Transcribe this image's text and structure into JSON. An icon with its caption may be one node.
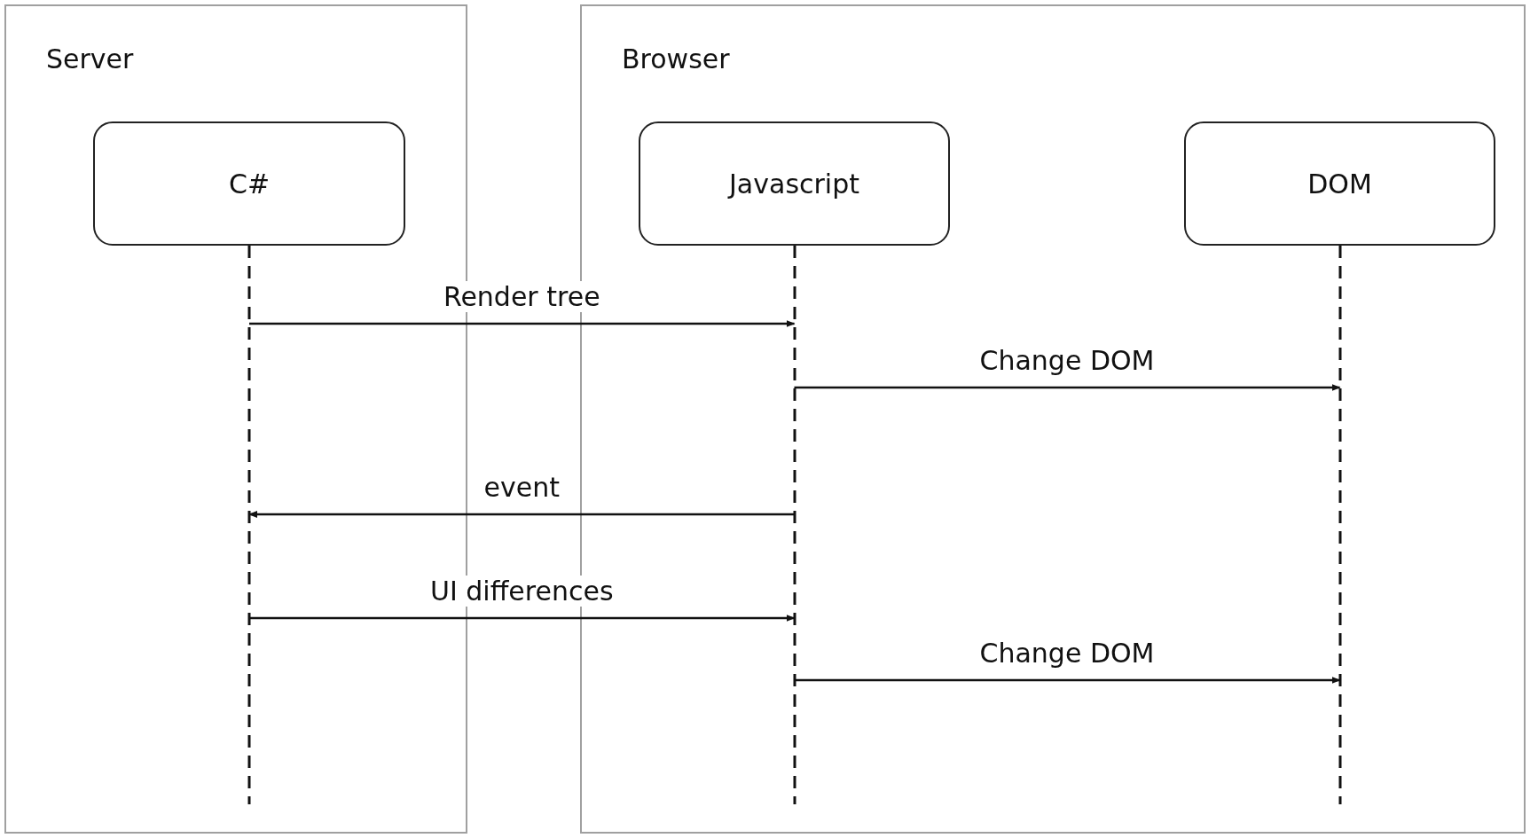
{
  "diagram": {
    "nodes": [
      {
        "text": [
          "Server"
        ]
      },
      {
        "text": [
          "C#"
        ],
        "in": 0
      },
      {
        "text": [
          "Browser"
        ]
      },
      {
        "text": [
          "Javascript"
        ],
        "in": 2
      },
      {
        "text": [
          "DOM"
        ],
        "in": 2
      }
    ],
    "edges": [
      {
        "from": 1,
        "to": 3,
        "arrow": "to",
        "label": "Render tree"
      },
      {
        "from": 3,
        "to": 4,
        "arrow": "to",
        "label": "Change DOM"
      },
      {
        "from": 3,
        "to": 1,
        "arrow": "to",
        "label": "event"
      },
      {
        "from": 1,
        "to": 3,
        "arrow": "to",
        "label": "UI differences"
      },
      {
        "from": 3,
        "to": 4,
        "arrow": "to",
        "label": "Change DOM"
      }
    ]
  }
}
